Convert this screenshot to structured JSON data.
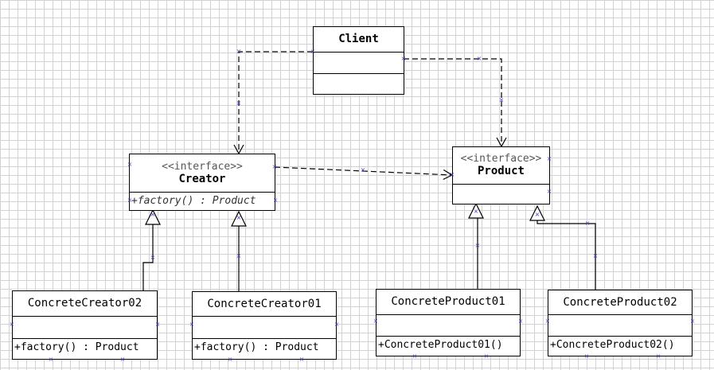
{
  "diagram": {
    "client": {
      "name": "Client"
    },
    "creator": {
      "stereotype": "<<interface>>",
      "name": "Creator",
      "operation": "+factory() : Product"
    },
    "product": {
      "stereotype": "<<interface>>",
      "name": "Product"
    },
    "concrete_creator_02": {
      "name": "ConcreteCreator02",
      "operation": "+factory() : Product"
    },
    "concrete_creator_01": {
      "name": "ConcreteCreator01",
      "operation": "+factory() : Product"
    },
    "concrete_product_01": {
      "name": "ConcreteProduct01",
      "operation": "+ConcreteProduct01()"
    },
    "concrete_product_02": {
      "name": "ConcreteProduct02",
      "operation": "+ConcreteProduct02()"
    }
  },
  "colors": {
    "line": "#000000",
    "handle": "#4040c0",
    "grid": "#d2d2d2"
  },
  "connectors": [
    {
      "from": "client",
      "to": "creator",
      "kind": "dependency"
    },
    {
      "from": "client",
      "to": "product",
      "kind": "dependency"
    },
    {
      "from": "creator",
      "to": "product",
      "kind": "dependency"
    },
    {
      "from": "concrete_creator_02",
      "to": "creator",
      "kind": "realization"
    },
    {
      "from": "concrete_creator_01",
      "to": "creator",
      "kind": "realization"
    },
    {
      "from": "concrete_product_01",
      "to": "product",
      "kind": "realization"
    },
    {
      "from": "concrete_product_02",
      "to": "product",
      "kind": "realization"
    }
  ]
}
